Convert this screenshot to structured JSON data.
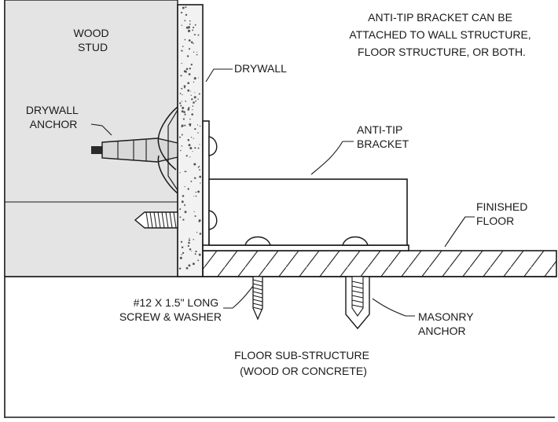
{
  "labels": {
    "wood_stud": [
      "WOOD",
      "STUD"
    ],
    "drywall": "DRYWALL",
    "note": [
      "ANTI-TIP BRACKET CAN BE",
      "ATTACHED TO WALL STRUCTURE,",
      "FLOOR STRUCTURE, OR BOTH."
    ],
    "drywall_anchor": [
      "DRYWALL",
      "ANCHOR"
    ],
    "anti_tip_bracket": [
      "ANTI-TIP",
      "BRACKET"
    ],
    "finished_floor": [
      "FINISHED",
      "FLOOR"
    ],
    "screw": [
      "#12 X 1.5\" LONG",
      "SCREW & WASHER"
    ],
    "masonry_anchor": [
      "MASONRY",
      "ANCHOR"
    ],
    "sub_structure": [
      "FLOOR SUB-STRUCTURE",
      "(WOOD OR CONCRETE)"
    ]
  },
  "colors": {
    "stud_fill": "#e4e4e4",
    "drywall_fill": "#f2f2f2",
    "line": "#1a1a1a",
    "background": "#ffffff"
  }
}
